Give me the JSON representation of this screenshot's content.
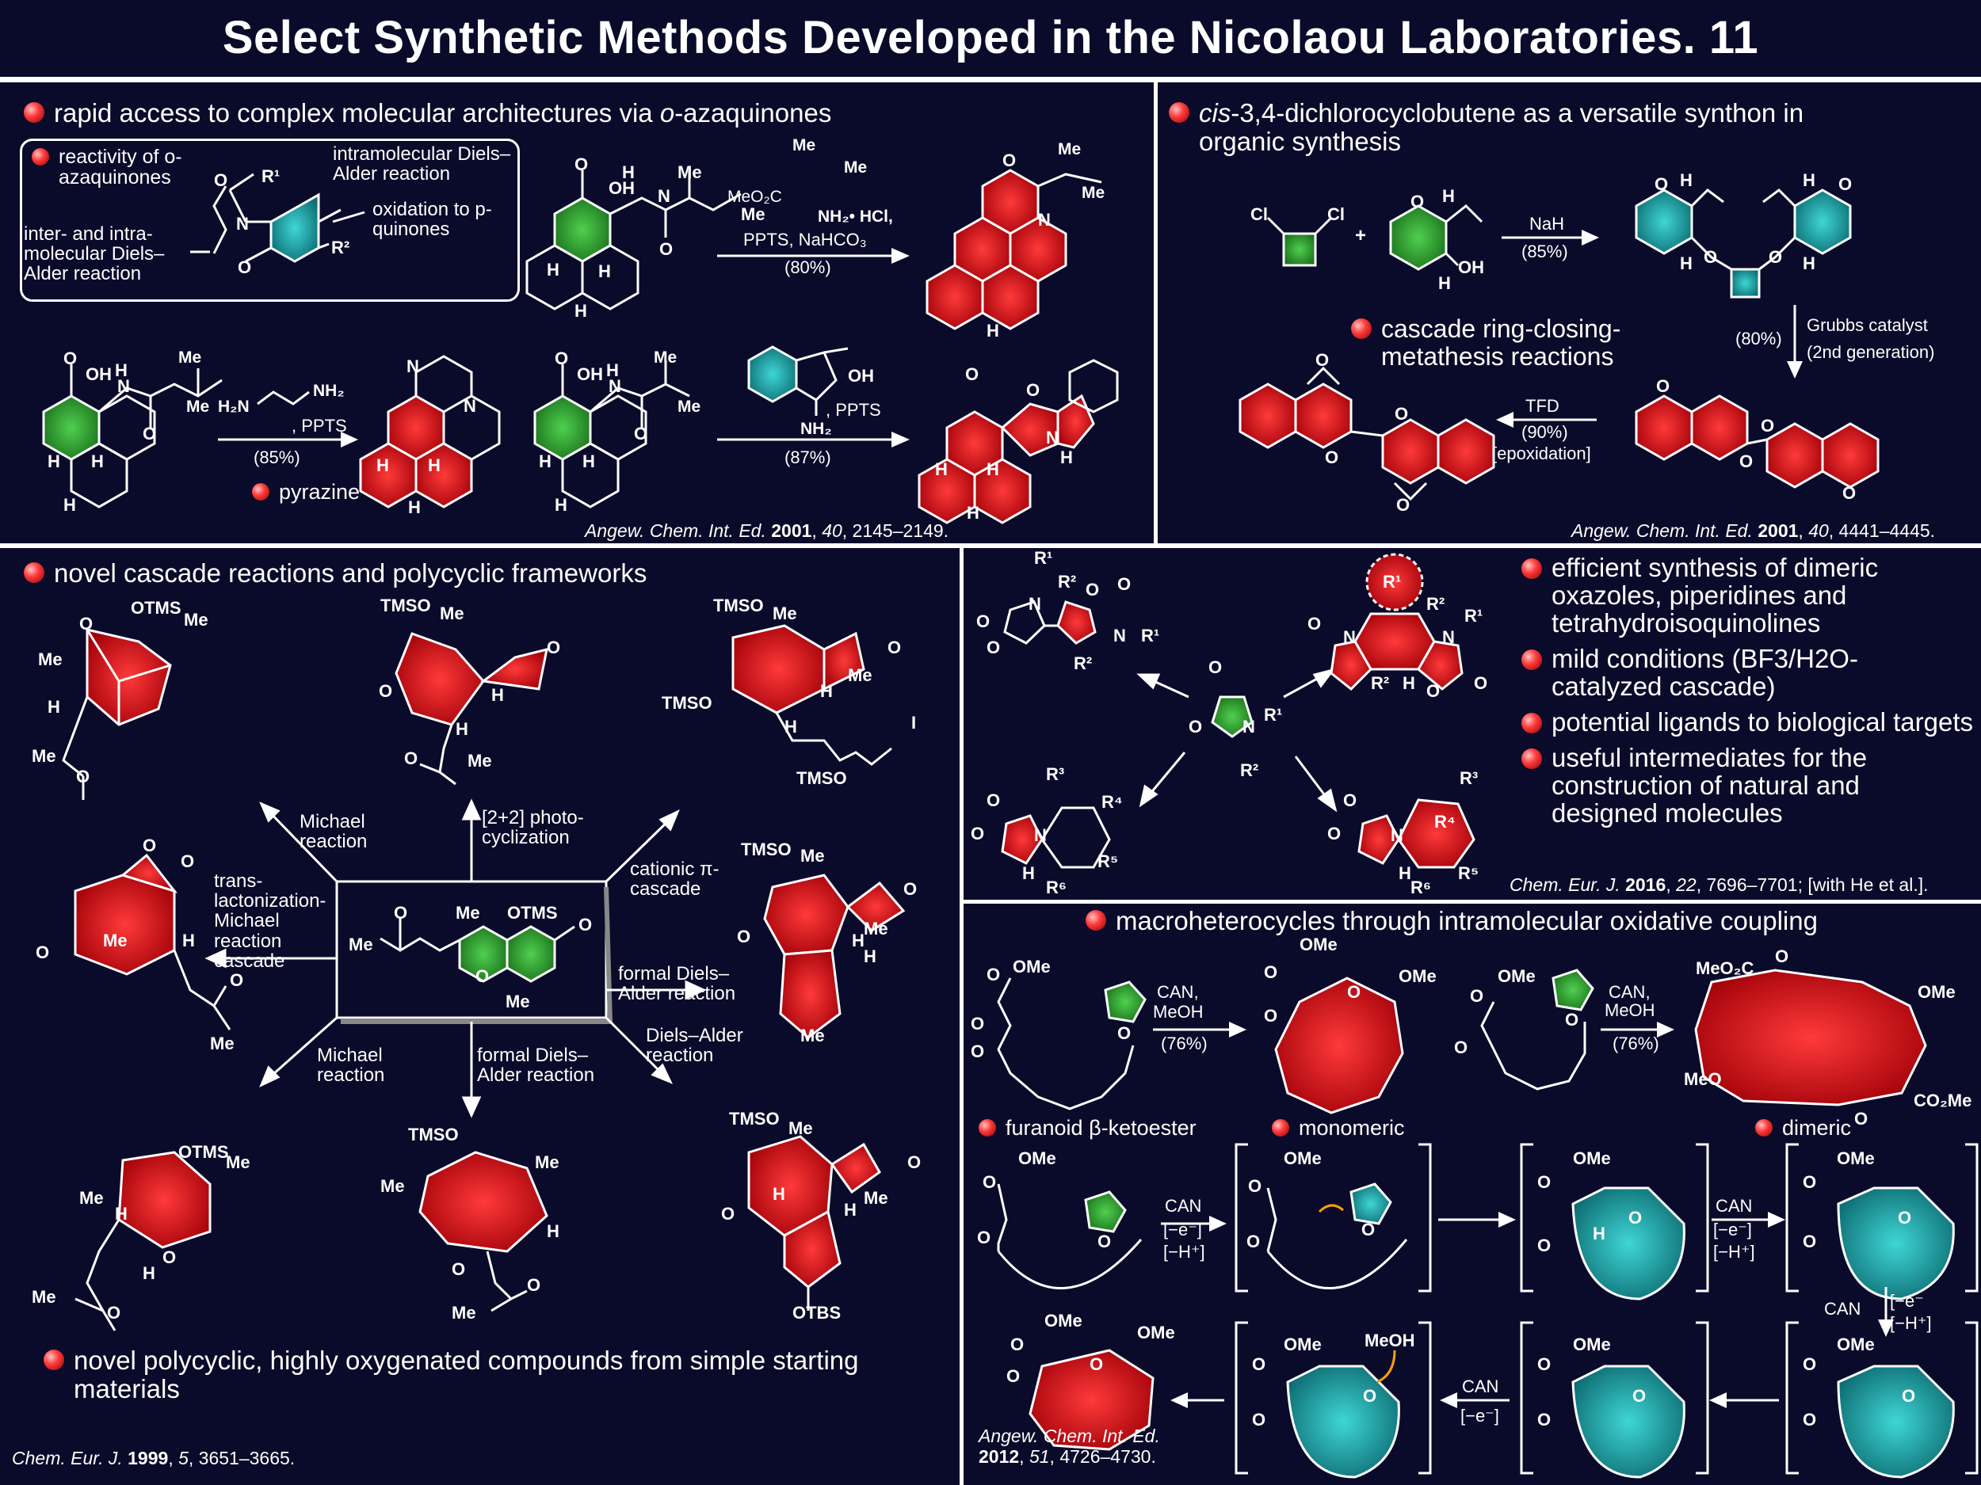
{
  "title": "Select Synthetic Methods Developed in the Nicolaou Laboratories. 11",
  "colors": {
    "background": "#0a0a2a",
    "red_ring": "#e8141a",
    "green_ring": "#2aa830",
    "teal_ring": "#1aa0a0",
    "bullet": "#ff3b3b"
  },
  "panel_tl": {
    "heading_pre": "rapid access to complex molecular architectures via ",
    "heading_em": "o",
    "heading_post": "-azaquinones",
    "box_reactivity": "reactivity of o-azaquinones",
    "box_imda": "intramolecular Diels–Alder reaction",
    "box_oxid": "oxidation to p-quinones",
    "box_inter": "inter- and intra- molecular Diels– Alder reaction",
    "reagent1": "MeO2C  NH2•HCl,",
    "reagent1b": "PPTS, NaHCO3",
    "yield1": "(80%)",
    "reagent2": "H2N  NH2 , PPTS",
    "yield2": "(85%)",
    "pyrazine": "pyrazine",
    "reagent3": "NH2 , PPTS",
    "yield3": "(87%)",
    "ref_j": "Angew. Chem. Int. Ed.",
    "ref_y": "2001",
    "ref_v": "40",
    "ref_p": ", 2145–2149."
  },
  "panel_tr": {
    "heading_em": "cis",
    "heading_post": "-3,4-dichlorocyclobutene as a versatile synthon in organic synthesis",
    "reagent_nah": "NaH",
    "yield_nah": "(85%)",
    "grubbs": "Grubbs catalyst",
    "grubbs2": "(2nd generation)",
    "yield_grubbs": "(80%)",
    "cascade": "cascade ring-closing- metathesis reactions",
    "tfd": "TFD",
    "yield_tfd": "(90%)",
    "epox": "[epoxidation]",
    "ref_j": "Angew. Chem. Int. Ed.",
    "ref_y": "2001",
    "ref_v": "40",
    "ref_p": ", 4441–4445."
  },
  "panel_bl": {
    "heading": "novel cascade reactions and polycyclic frameworks",
    "michael1": "Michael reaction",
    "photo": "[2+2] photo- cyclization",
    "cationic": "cationic π-cascade",
    "trans": "trans- lactonization- Michael reaction cascade",
    "formal_da1": "formal Diels– Alder reaction",
    "michael2": "Michael reaction",
    "formal_da2": "formal Diels– Alder reaction",
    "da": "Diels–Alder reaction",
    "footer": "novel polycyclic, highly oxygenated compounds from simple starting materials",
    "ref_j": "Chem. Eur. J.",
    "ref_y": "1999",
    "ref_v": "5",
    "ref_p": ", 3651–3665."
  },
  "panel_mr": {
    "bullets": [
      "efficient synthesis of dimeric oxazoles, piperidines and tetrahydroisoquinolines",
      "mild conditions (BF3/H2O- catalyzed cascade)",
      "potential ligands to biological targets",
      "useful intermediates for the construction of natural and designed molecules"
    ],
    "ref_j": "Chem. Eur. J.",
    "ref_y": "2016",
    "ref_v": "22",
    "ref_p": ", 7696–7701; [with He et al.]."
  },
  "panel_br": {
    "heading": "macroheterocycles through intramolecular oxidative coupling",
    "can": "CAN,",
    "meoh": "MeOH",
    "yield_a": "(76%)",
    "yield_b": "(76%)",
    "furanoid": "furanoid β-ketoester",
    "monomeric": "monomeric",
    "dimeric": "dimeric",
    "can_e": "CAN",
    "minus_e": "[−e⁻]",
    "minus_h": "[−H⁺]",
    "meoh2": "MeOH",
    "ref_j": "Angew. Chem. Int. Ed.",
    "ref_y": "2012",
    "ref_v": "51",
    "ref_p": ", 4726–4730."
  }
}
